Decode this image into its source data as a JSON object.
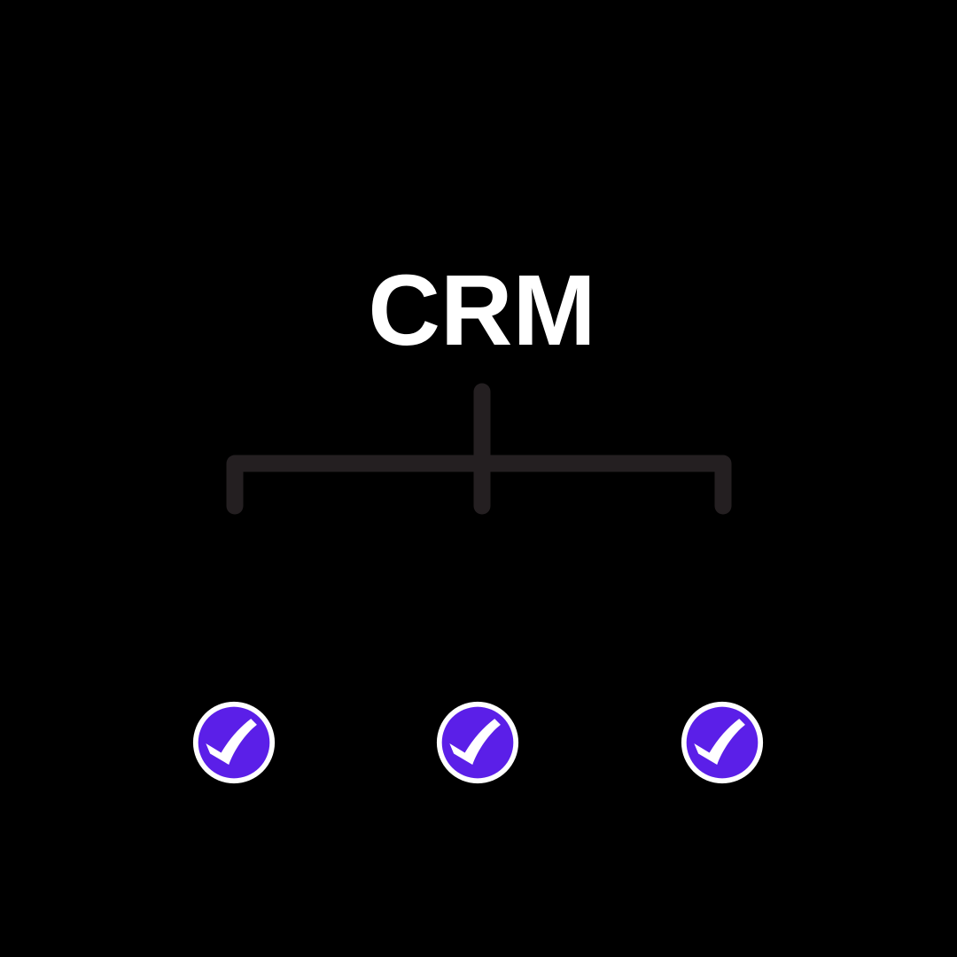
{
  "canvas": {
    "background_color": "#000000"
  },
  "diagram": {
    "title": "CRM",
    "title_color": "#ffffff",
    "connector_color": "#241f21",
    "nodes": [
      {
        "name": "left-check-node",
        "shape": "circle",
        "icon": "check-icon",
        "fill": "#5b1fe8",
        "ring_color": "#ffffff",
        "check_color": "#ffffff"
      },
      {
        "name": "center-check-node",
        "shape": "circle",
        "icon": "check-icon",
        "fill": "#5b1fe8",
        "ring_color": "#ffffff",
        "check_color": "#ffffff"
      },
      {
        "name": "right-check-node",
        "shape": "circle",
        "icon": "check-icon",
        "fill": "#5b1fe8",
        "ring_color": "#ffffff",
        "check_color": "#ffffff"
      }
    ]
  }
}
